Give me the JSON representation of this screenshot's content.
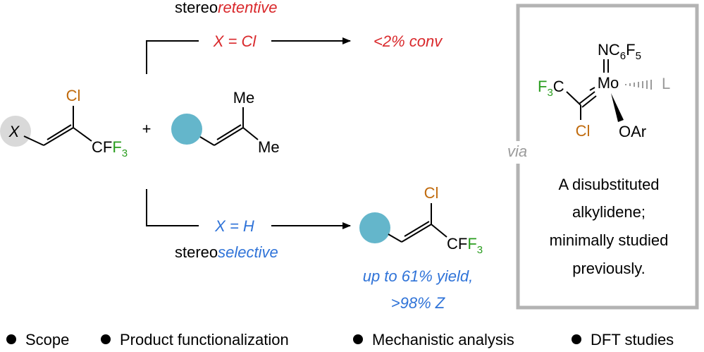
{
  "colors": {
    "red": "#d9282b",
    "blue": "#2f73d8",
    "green": "#2a9d1f",
    "orange": "#c06a0c",
    "teal_circle": "#64b6cb",
    "gray_circle": "#d9d9d9",
    "box_border": "#b3b3b3",
    "via_gray": "#9b9b9b",
    "black": "#000000"
  },
  "top_path": {
    "label_prefix": "stereo",
    "label_suffix": "retentive",
    "condition": "X = Cl",
    "result": "<2% conv"
  },
  "bottom_path": {
    "label_prefix": "stereo",
    "label_suffix": "selective",
    "condition": "X = H",
    "yield": "up to 61% yield,",
    "selectivity": ">98% Z"
  },
  "reactant": {
    "x_label": "X",
    "cl_label": "Cl",
    "cf3_c": "CF",
    "cf3_sub": "3"
  },
  "plus": "+",
  "partner": {
    "me_top": "Me",
    "me_bottom": "Me"
  },
  "product": {
    "cl_label": "Cl",
    "cf3_c": "CF",
    "cf3_sub": "3"
  },
  "catalyst": {
    "via": "via",
    "imido_n": "NC",
    "imido_sub1": "6",
    "imido_f": "F",
    "imido_sub2": "5",
    "metal": "Mo",
    "ligand": "L",
    "oar": "OAr",
    "cf3_f": "F",
    "cf3_sub": "3",
    "cf3_c": "C",
    "cl": "Cl",
    "description": [
      "A disubstituted",
      "alkylidene;",
      "minimally studied",
      "previously."
    ]
  },
  "footer": {
    "items": [
      "Scope",
      "Product functionalization",
      "Mechanistic analysis",
      "DFT studies"
    ]
  }
}
